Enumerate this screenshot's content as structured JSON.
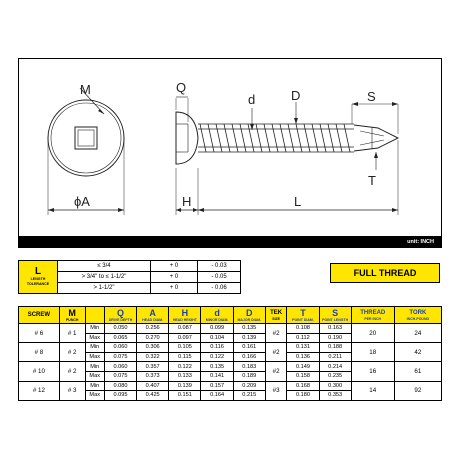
{
  "drawing": {
    "labels": {
      "M": "M",
      "Q": "Q",
      "d": "d",
      "D": "D",
      "S": "S",
      "T": "T",
      "A": "ϕA",
      "H": "H",
      "L": "L"
    },
    "unit": "unit: INCH"
  },
  "tolerance": {
    "label": "L",
    "sublabel": "LENGTH TOLERANCE",
    "rows": [
      {
        "range": "≤ 3/4",
        "plus": "+ 0",
        "minus": "- 0.03"
      },
      {
        "range": "> 3/4\" to ≤ 1-1/2\"",
        "plus": "+ 0",
        "minus": "- 0.05"
      },
      {
        "range": "> 1-1/2\"",
        "plus": "+ 0",
        "minus": "- 0.06"
      }
    ]
  },
  "badge": "FULL THREAD",
  "spec": {
    "headers": [
      {
        "label": "SCREW",
        "sub": ""
      },
      {
        "label": "M",
        "sub": "PUNCH"
      },
      {
        "label": "",
        "sub": ""
      },
      {
        "label": "Q",
        "sub": "DRIVE DEPTH"
      },
      {
        "label": "A",
        "sub": "HEAD DIAM."
      },
      {
        "label": "H",
        "sub": "HEAD HEIGHT"
      },
      {
        "label": "d",
        "sub": "MINOR DIAM."
      },
      {
        "label": "D",
        "sub": "MAJOR DIAM."
      },
      {
        "label": "TEK",
        "sub": "SIZE"
      },
      {
        "label": "T",
        "sub": "POINT DIAM."
      },
      {
        "label": "S",
        "sub": "POINT LENGTH"
      },
      {
        "label": "THREAD",
        "sub": "PER INCH"
      },
      {
        "label": "TORK",
        "sub": "INCH-POUND"
      }
    ],
    "rows": [
      {
        "screw": "# 6",
        "punch": "# 1",
        "tek": "#2",
        "thread": "20",
        "tork": "24",
        "min": [
          "0.050",
          "0.256",
          "0.087",
          "0.099",
          "0.135",
          "0.108",
          "0.163"
        ],
        "max": [
          "0.065",
          "0.270",
          "0.097",
          "0.104",
          "0.139",
          "0.112",
          "0.190"
        ]
      },
      {
        "screw": "# 8",
        "punch": "# 2",
        "tek": "#2",
        "thread": "18",
        "tork": "42",
        "min": [
          "0.060",
          "0.306",
          "0.105",
          "0.116",
          "0.161",
          "0.131",
          "0.188"
        ],
        "max": [
          "0.075",
          "0.322",
          "0.115",
          "0.122",
          "0.166",
          "0.136",
          "0.211"
        ]
      },
      {
        "screw": "# 10",
        "punch": "# 2",
        "tek": "#2",
        "thread": "16",
        "tork": "61",
        "min": [
          "0.060",
          "0.357",
          "0.122",
          "0.135",
          "0.183",
          "0.149",
          "0.214"
        ],
        "max": [
          "0.075",
          "0.373",
          "0.133",
          "0.141",
          "0.189",
          "0.158",
          "0.235"
        ]
      },
      {
        "screw": "# 12",
        "punch": "# 3",
        "tek": "#3",
        "thread": "14",
        "tork": "92",
        "min": [
          "0.080",
          "0.407",
          "0.139",
          "0.157",
          "0.209",
          "0.168",
          "0.300"
        ],
        "max": [
          "0.095",
          "0.425",
          "0.151",
          "0.164",
          "0.215",
          "0.180",
          "0.353"
        ]
      }
    ],
    "minLabel": "Min",
    "maxLabel": "Max"
  }
}
